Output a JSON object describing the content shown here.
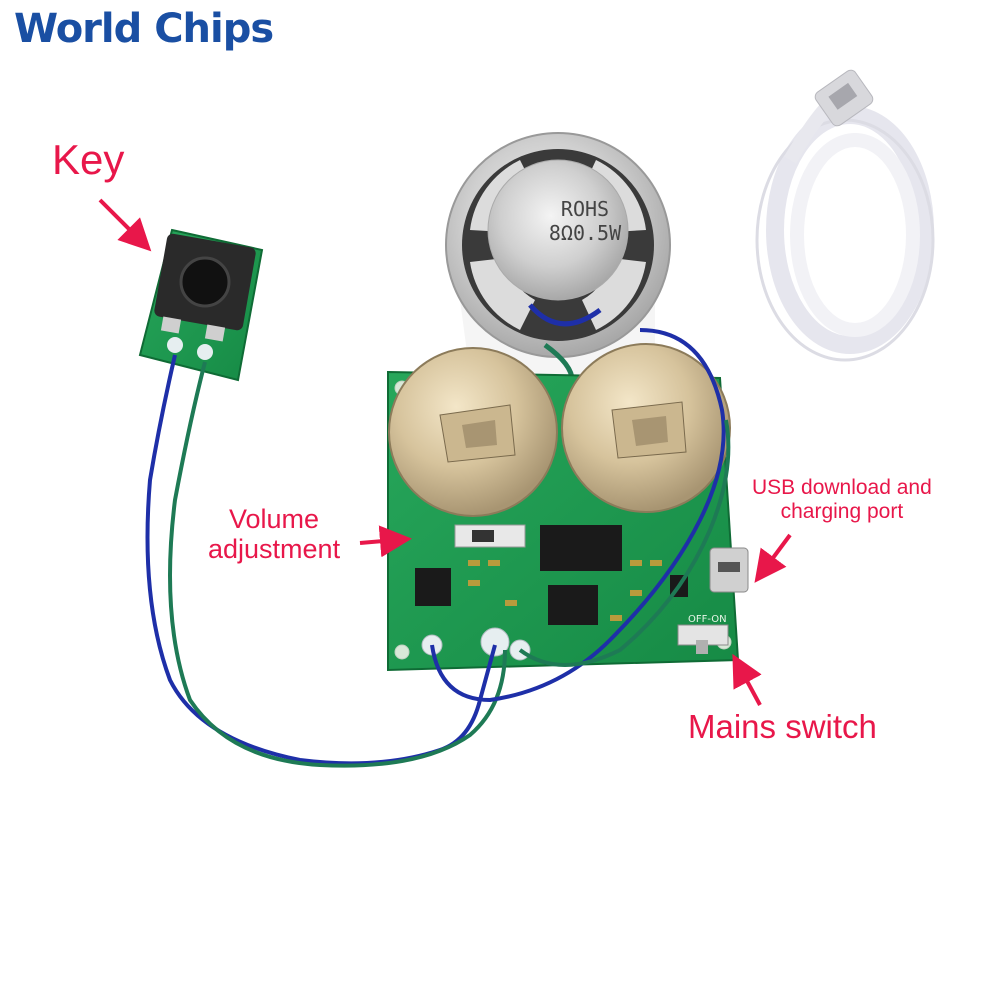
{
  "logo": {
    "first": "W",
    "rest": "orld",
    "second": "Chips"
  },
  "speaker": {
    "line1": "ROHS",
    "line2": "8Ω0.5W"
  },
  "board": {
    "switch_marking": "OFF-ON"
  },
  "labels": {
    "key": "Key",
    "volume_line1": "Volume",
    "volume_line2": "adjustment",
    "usb_line1": "USB download and",
    "usb_line2": "charging port",
    "mains": "Mains switch"
  },
  "colors": {
    "label": "#e8174a",
    "logo": "#1a4fa3",
    "pcb": "#1f9b52",
    "wire_blue": "#1e2fa8",
    "wire_green": "#1e7a55"
  }
}
